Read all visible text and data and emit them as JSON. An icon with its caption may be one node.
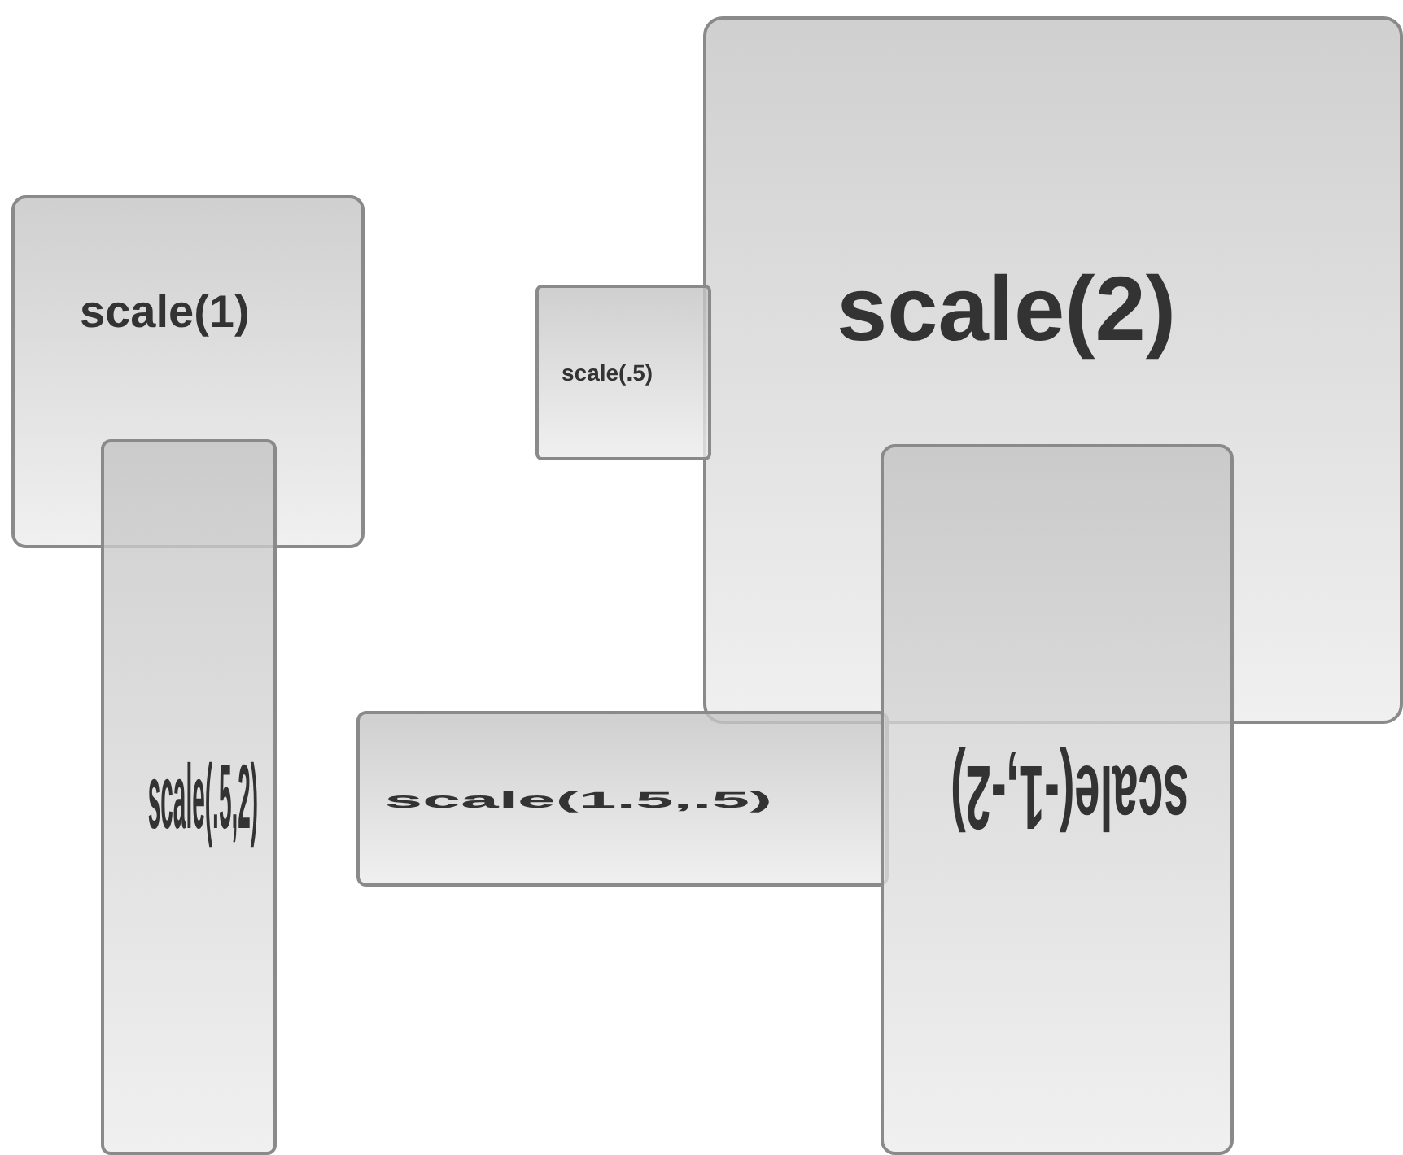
{
  "diagram": {
    "nodes": [
      {
        "text": [
          "scale(2)"
        ]
      },
      {
        "text": [
          "scale(1)"
        ]
      },
      {
        "text": [
          "scale(.5)"
        ]
      },
      {
        "text": [
          "scale(.5,2)"
        ]
      },
      {
        "text": [
          "scale(1.5,.5)"
        ]
      },
      {
        "text": [
          "scale(-1,-2)"
        ]
      }
    ]
  }
}
